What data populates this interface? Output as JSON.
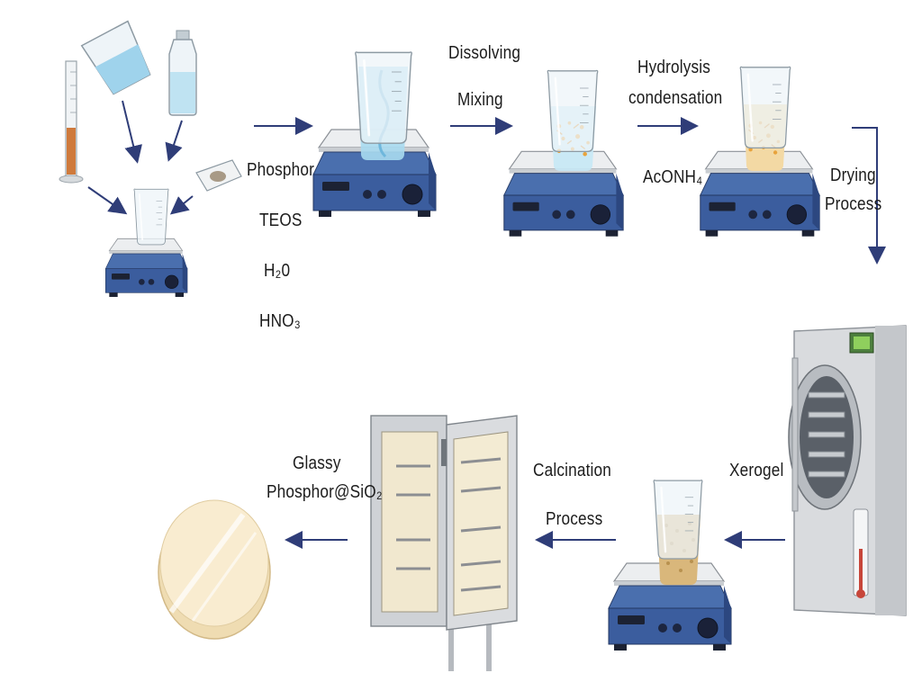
{
  "reagents": {
    "phosphor": "Phosphor",
    "teos": "TEOS",
    "water": "H₂0",
    "nitric_acid": "HNO₃"
  },
  "steps": {
    "dissolving": "Dissolving",
    "mixing": "Mixing",
    "hydrolysis": "Hydrolysis",
    "condensation": "condensation",
    "catalyst": "AcONH₄",
    "drying": "Drying",
    "drying_process": "Process",
    "xerogel": "Xerogel",
    "calcination": "Calcination",
    "calcination_process": "Process",
    "product_line1": "Glassy",
    "product_line2": "Phosphor@SiO₂"
  },
  "colors": {
    "hotplate_body": "#3f64a6",
    "hotplate_dark": "#23355c",
    "plate_top": "#e0e3e6",
    "beaker_glass": "#e9f1f6",
    "solution_blue": "#a9daf0",
    "gel_yellow": "#f3d9a4",
    "arrow": "#2f3d78",
    "oven_body": "#d5d7da",
    "disc": "#f9ecd0"
  }
}
